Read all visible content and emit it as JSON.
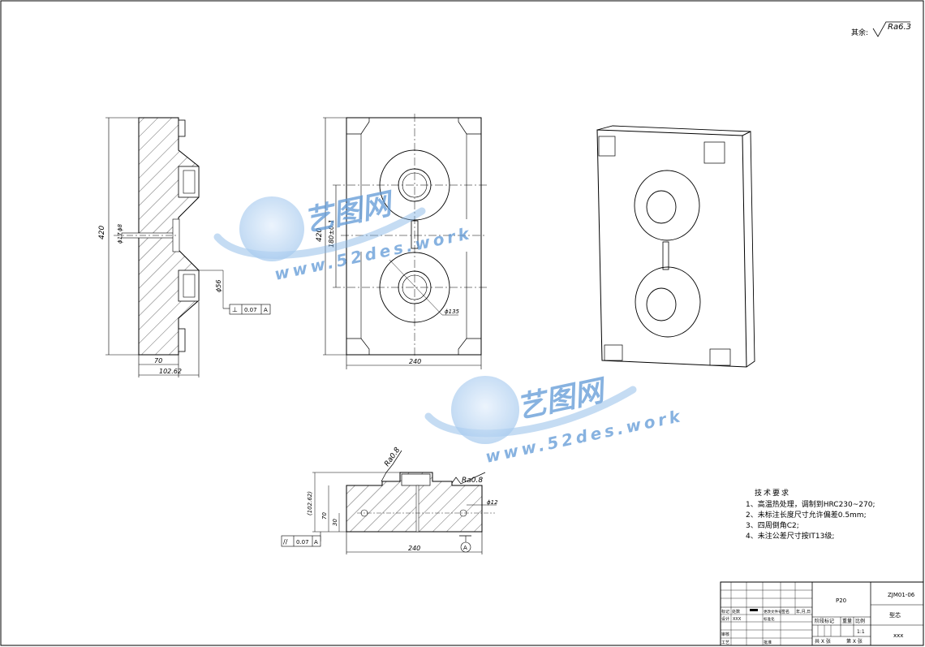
{
  "roughness_general": {
    "prefix": "其余:",
    "value": "Ra6.3"
  },
  "view_left": {
    "overall_height": "420",
    "hole_dia": "ϕ17",
    "hole_small": "ϕ8",
    "bore_dia": "ϕ56",
    "width_a": "70",
    "width_total": "102.62",
    "gdt": {
      "symbol": "⊥",
      "value": "0.07",
      "datum": "A"
    }
  },
  "view_front": {
    "height": "420",
    "center_distance": "180±0.1",
    "pcd": "ϕ135",
    "width": "240"
  },
  "view_bottom": {
    "ra_left": "Ra0.8",
    "ra_right": "Ra0.8",
    "dim_total_height": "(102.62)",
    "dim_70": "70",
    "dim_30": "30",
    "hole": "ϕ12",
    "width": "240",
    "datum": "A",
    "gdt": {
      "symbol": "//",
      "value": "0.07",
      "datum": "A"
    }
  },
  "notes": {
    "title": "技术要求",
    "items": [
      "1、高温热处理，调制到HRC230~270;",
      "2、未标注长度尺寸允许偏差0.5mm;",
      "3、四周倒角C2;",
      "4、未注公差尺寸按IT13级;"
    ]
  },
  "title_block": {
    "material": "P20",
    "drawing_no": "ZJM01-06",
    "part_name": "型芯",
    "scale": "1:1",
    "company": "xxx",
    "labels": {
      "mark": "标记",
      "count": "处数",
      "design": "设计",
      "designer": "XXX",
      "check": "审核",
      "process": "工艺",
      "approve": "批准",
      "stage_mark": "阶段标记",
      "weight": "重量",
      "ratio": "比例",
      "sheet_total": "共 X 张",
      "sheet_no": "第 X 张",
      "sign": "签名",
      "date": "年,月,日",
      "std": "标准化",
      "file": "更改文件号"
    }
  },
  "watermark": {
    "brand": "艺图网",
    "url": "www.52des.work"
  }
}
